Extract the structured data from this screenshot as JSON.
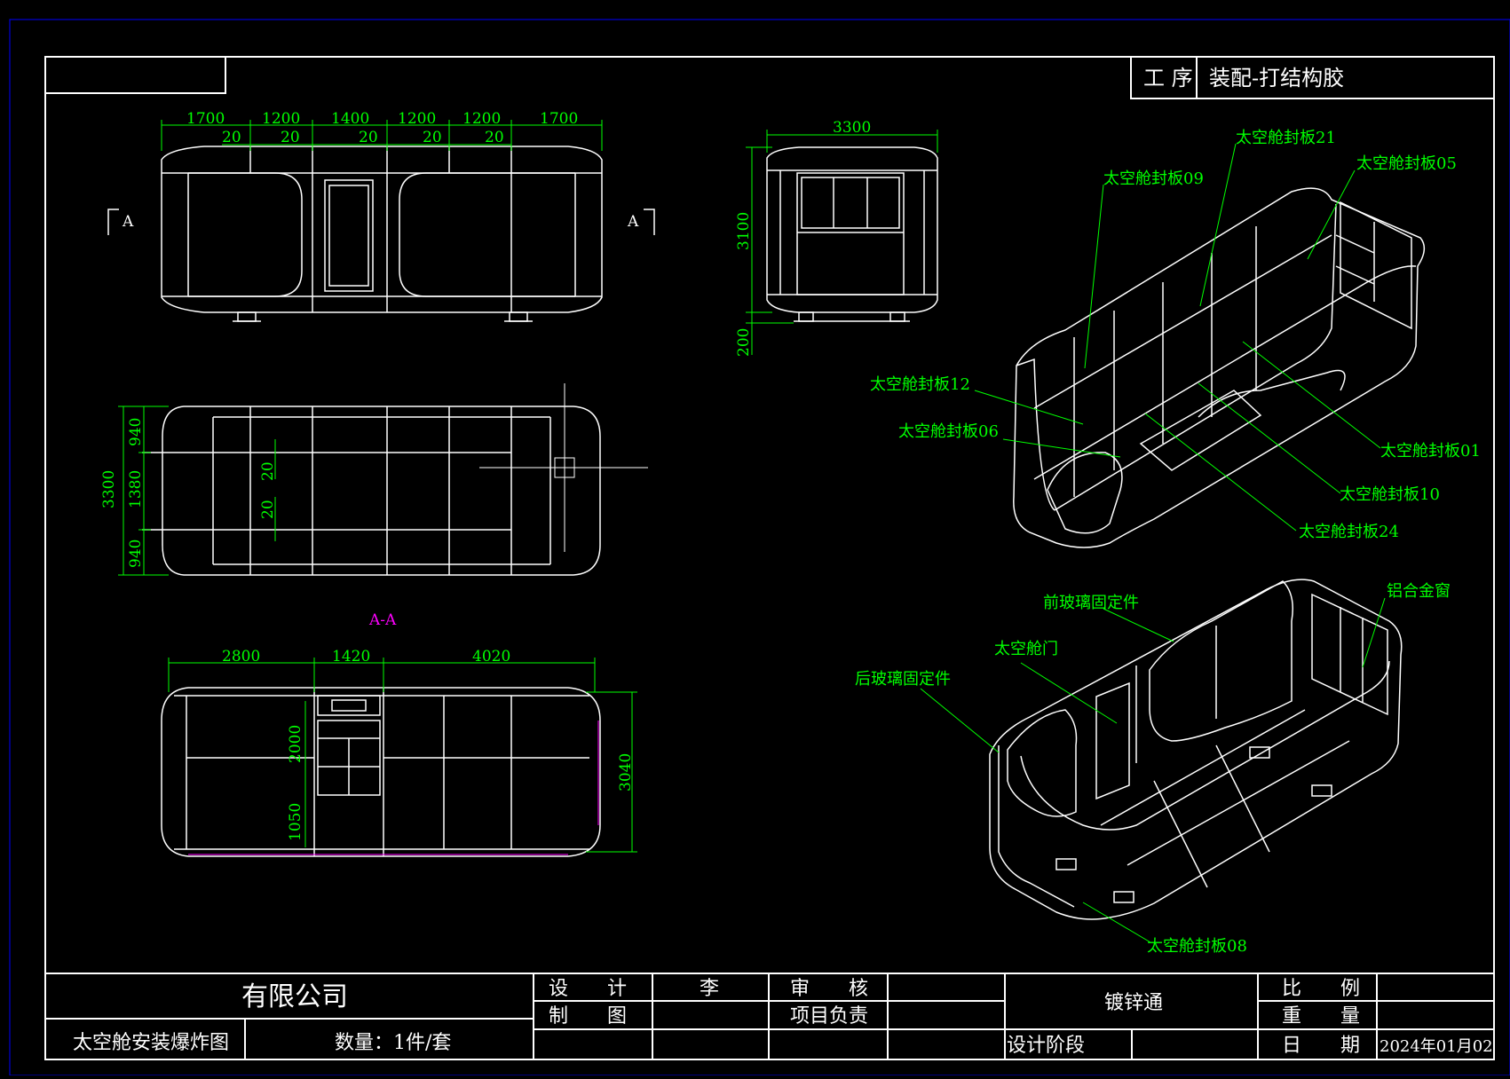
{
  "header": {
    "process_label": "工 序",
    "process_value": "装配-打结构胶"
  },
  "views": {
    "front": {
      "top_dims": [
        "1700",
        "1200",
        "1400",
        "1200",
        "1200",
        "1700"
      ],
      "small_dims": [
        "20",
        "20",
        "20",
        "20",
        "20"
      ],
      "section_mark": "A"
    },
    "side": {
      "width": "3300",
      "height": "3100",
      "base": "200"
    },
    "plan": {
      "dims_left": [
        "940",
        "1380",
        "940"
      ],
      "overall": "3300",
      "inner": [
        "20",
        "20"
      ]
    },
    "section": {
      "label": "A-A",
      "top_dims": [
        "2800",
        "1420",
        "4020"
      ],
      "left_dims": [
        "2000",
        "1050"
      ],
      "right_dim": "3040"
    }
  },
  "callouts_top_iso": [
    "太空舱封板21",
    "太空舱封板05",
    "太空舱封板09",
    "太空舱封板12",
    "太空舱封板06",
    "太空舱封板01",
    "太空舱封板10",
    "太空舱封板24"
  ],
  "callouts_bottom_iso": [
    "前玻璃固定件",
    "铝合金窗",
    "太空舱门",
    "后玻璃固定件",
    "太空舱封板08"
  ],
  "title_block": {
    "company": "有限公司",
    "drawing_name": "太空舱安装爆炸图",
    "quantity": "数量：1件/套",
    "design_label": "设　　计",
    "design_value": "李",
    "review_label": "审　　核",
    "draw_label": "制　　图",
    "pm_label": "项目负责",
    "material": "镀锌通",
    "stage_label": "设计阶段",
    "scale_label": "比　　例",
    "weight_label": "重　　量",
    "date_label": "日　　期",
    "date_value": "2024年01月02"
  },
  "colors": {
    "background": "#000000",
    "frame": "#ffffff",
    "dimension": "#00ff00",
    "section_label": "#ff00ff",
    "border": "#0000ff"
  }
}
